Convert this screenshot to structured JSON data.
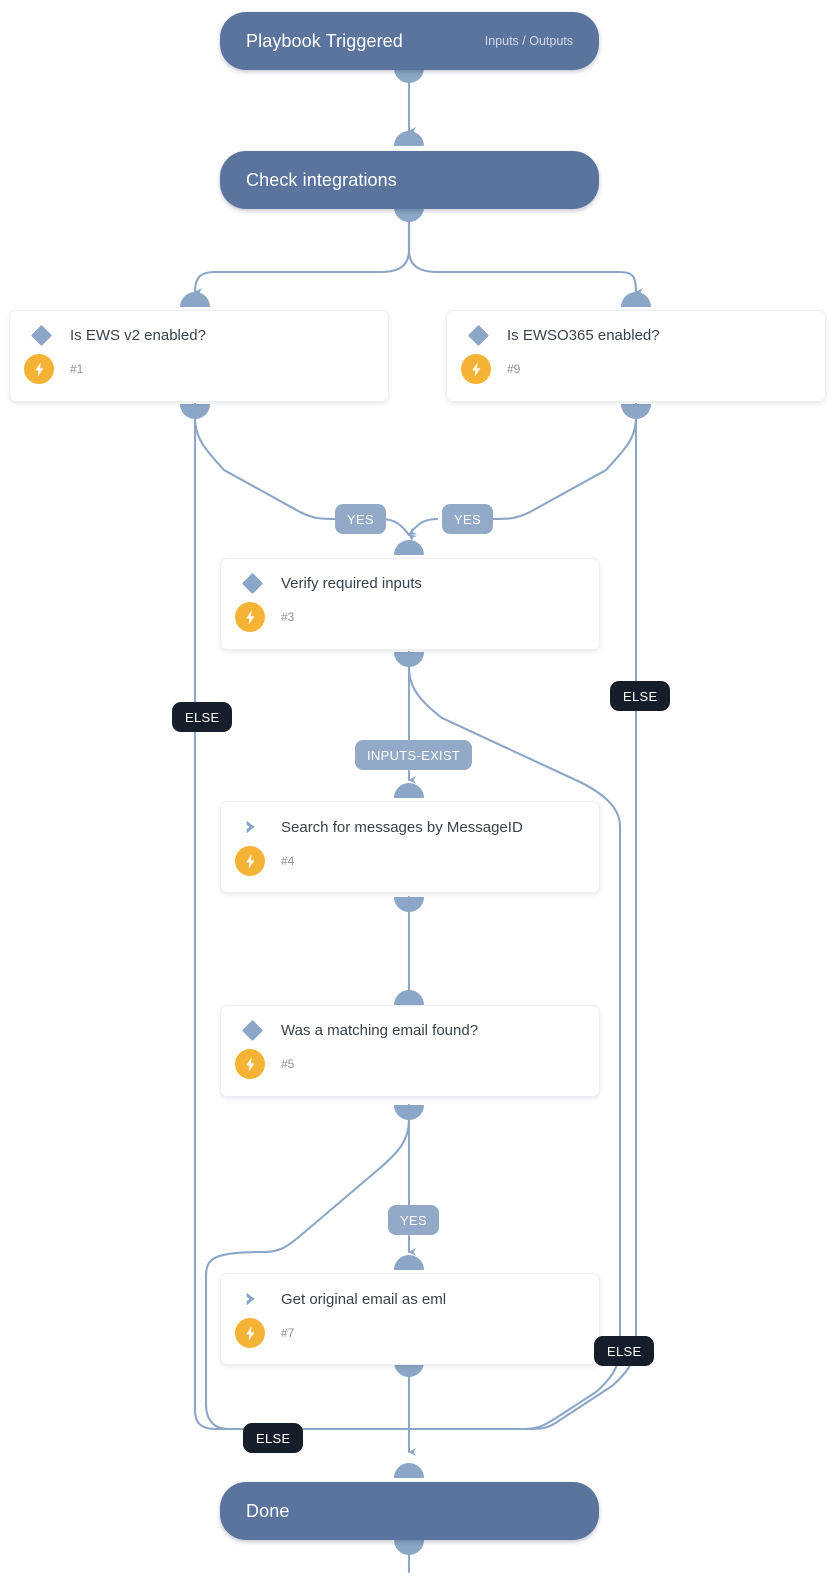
{
  "diagram": {
    "title": "Playbook Triggered",
    "type": "playbook-flowchart",
    "background_color": "#ffffff",
    "accent_color": "#5b749e",
    "edge_color": "#8ba6c6",
    "badge_color": "#f5b335"
  },
  "nodes": {
    "start": {
      "label": "Playbook Triggered",
      "meta": "Inputs / Outputs",
      "kind": "terminal"
    },
    "check_integrations": {
      "label": "Check integrations",
      "meta": "",
      "kind": "terminal"
    },
    "ews_v2": {
      "label": "Is EWS v2 enabled?",
      "number": "#1",
      "icon": "condition-diamond-icon",
      "kind": "condition"
    },
    "ewso365": {
      "label": "Is EWSO365 enabled?",
      "number": "#9",
      "icon": "condition-diamond-icon",
      "kind": "condition"
    },
    "verify_inputs": {
      "label": "Verify required inputs",
      "number": "#3",
      "icon": "condition-diamond-icon",
      "kind": "condition"
    },
    "search_messages": {
      "label": "Search for messages by MessageID",
      "number": "#4",
      "icon": "task-chevron-icon",
      "kind": "task"
    },
    "matching_email": {
      "label": "Was a matching email found?",
      "number": "#5",
      "icon": "condition-diamond-icon",
      "kind": "condition"
    },
    "get_eml": {
      "label": "Get original email as eml",
      "number": "#7",
      "icon": "task-chevron-icon",
      "kind": "task"
    },
    "done": {
      "label": "Done",
      "meta": "",
      "kind": "terminal"
    }
  },
  "edge_labels": {
    "yes_left": "YES",
    "yes_right": "YES",
    "else_left": "ELSE",
    "else_right": "ELSE",
    "inputs_exist": "INPUTS-EXIST",
    "yes_match": "YES",
    "else_eml_right": "ELSE",
    "else_bottom": "ELSE"
  }
}
